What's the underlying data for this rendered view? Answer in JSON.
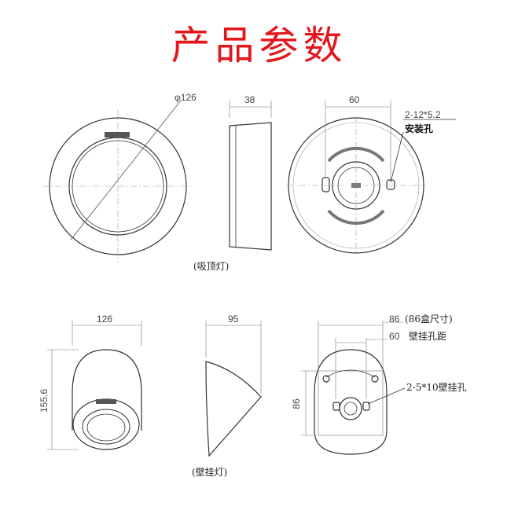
{
  "title": "产品参数",
  "ceiling": {
    "caption": "(吸顶灯)",
    "diameter": "φ126",
    "depth": "38",
    "mount_spacing": "60",
    "hole_spec": "2-12*5.2",
    "hole_label": "安装孔"
  },
  "wall": {
    "caption": "(壁挂灯)",
    "width": "126",
    "height": "155.6",
    "depth": "95",
    "box_width": "86",
    "box_note": "(86盒尺寸)",
    "hole_spacing": "60",
    "hole_spacing_label": "壁挂孔距",
    "box_height": "86",
    "hole_spec": "2-5*10壁挂孔"
  },
  "colors": {
    "title": "#e3161b",
    "line": "#333333",
    "dim": "#777777"
  }
}
